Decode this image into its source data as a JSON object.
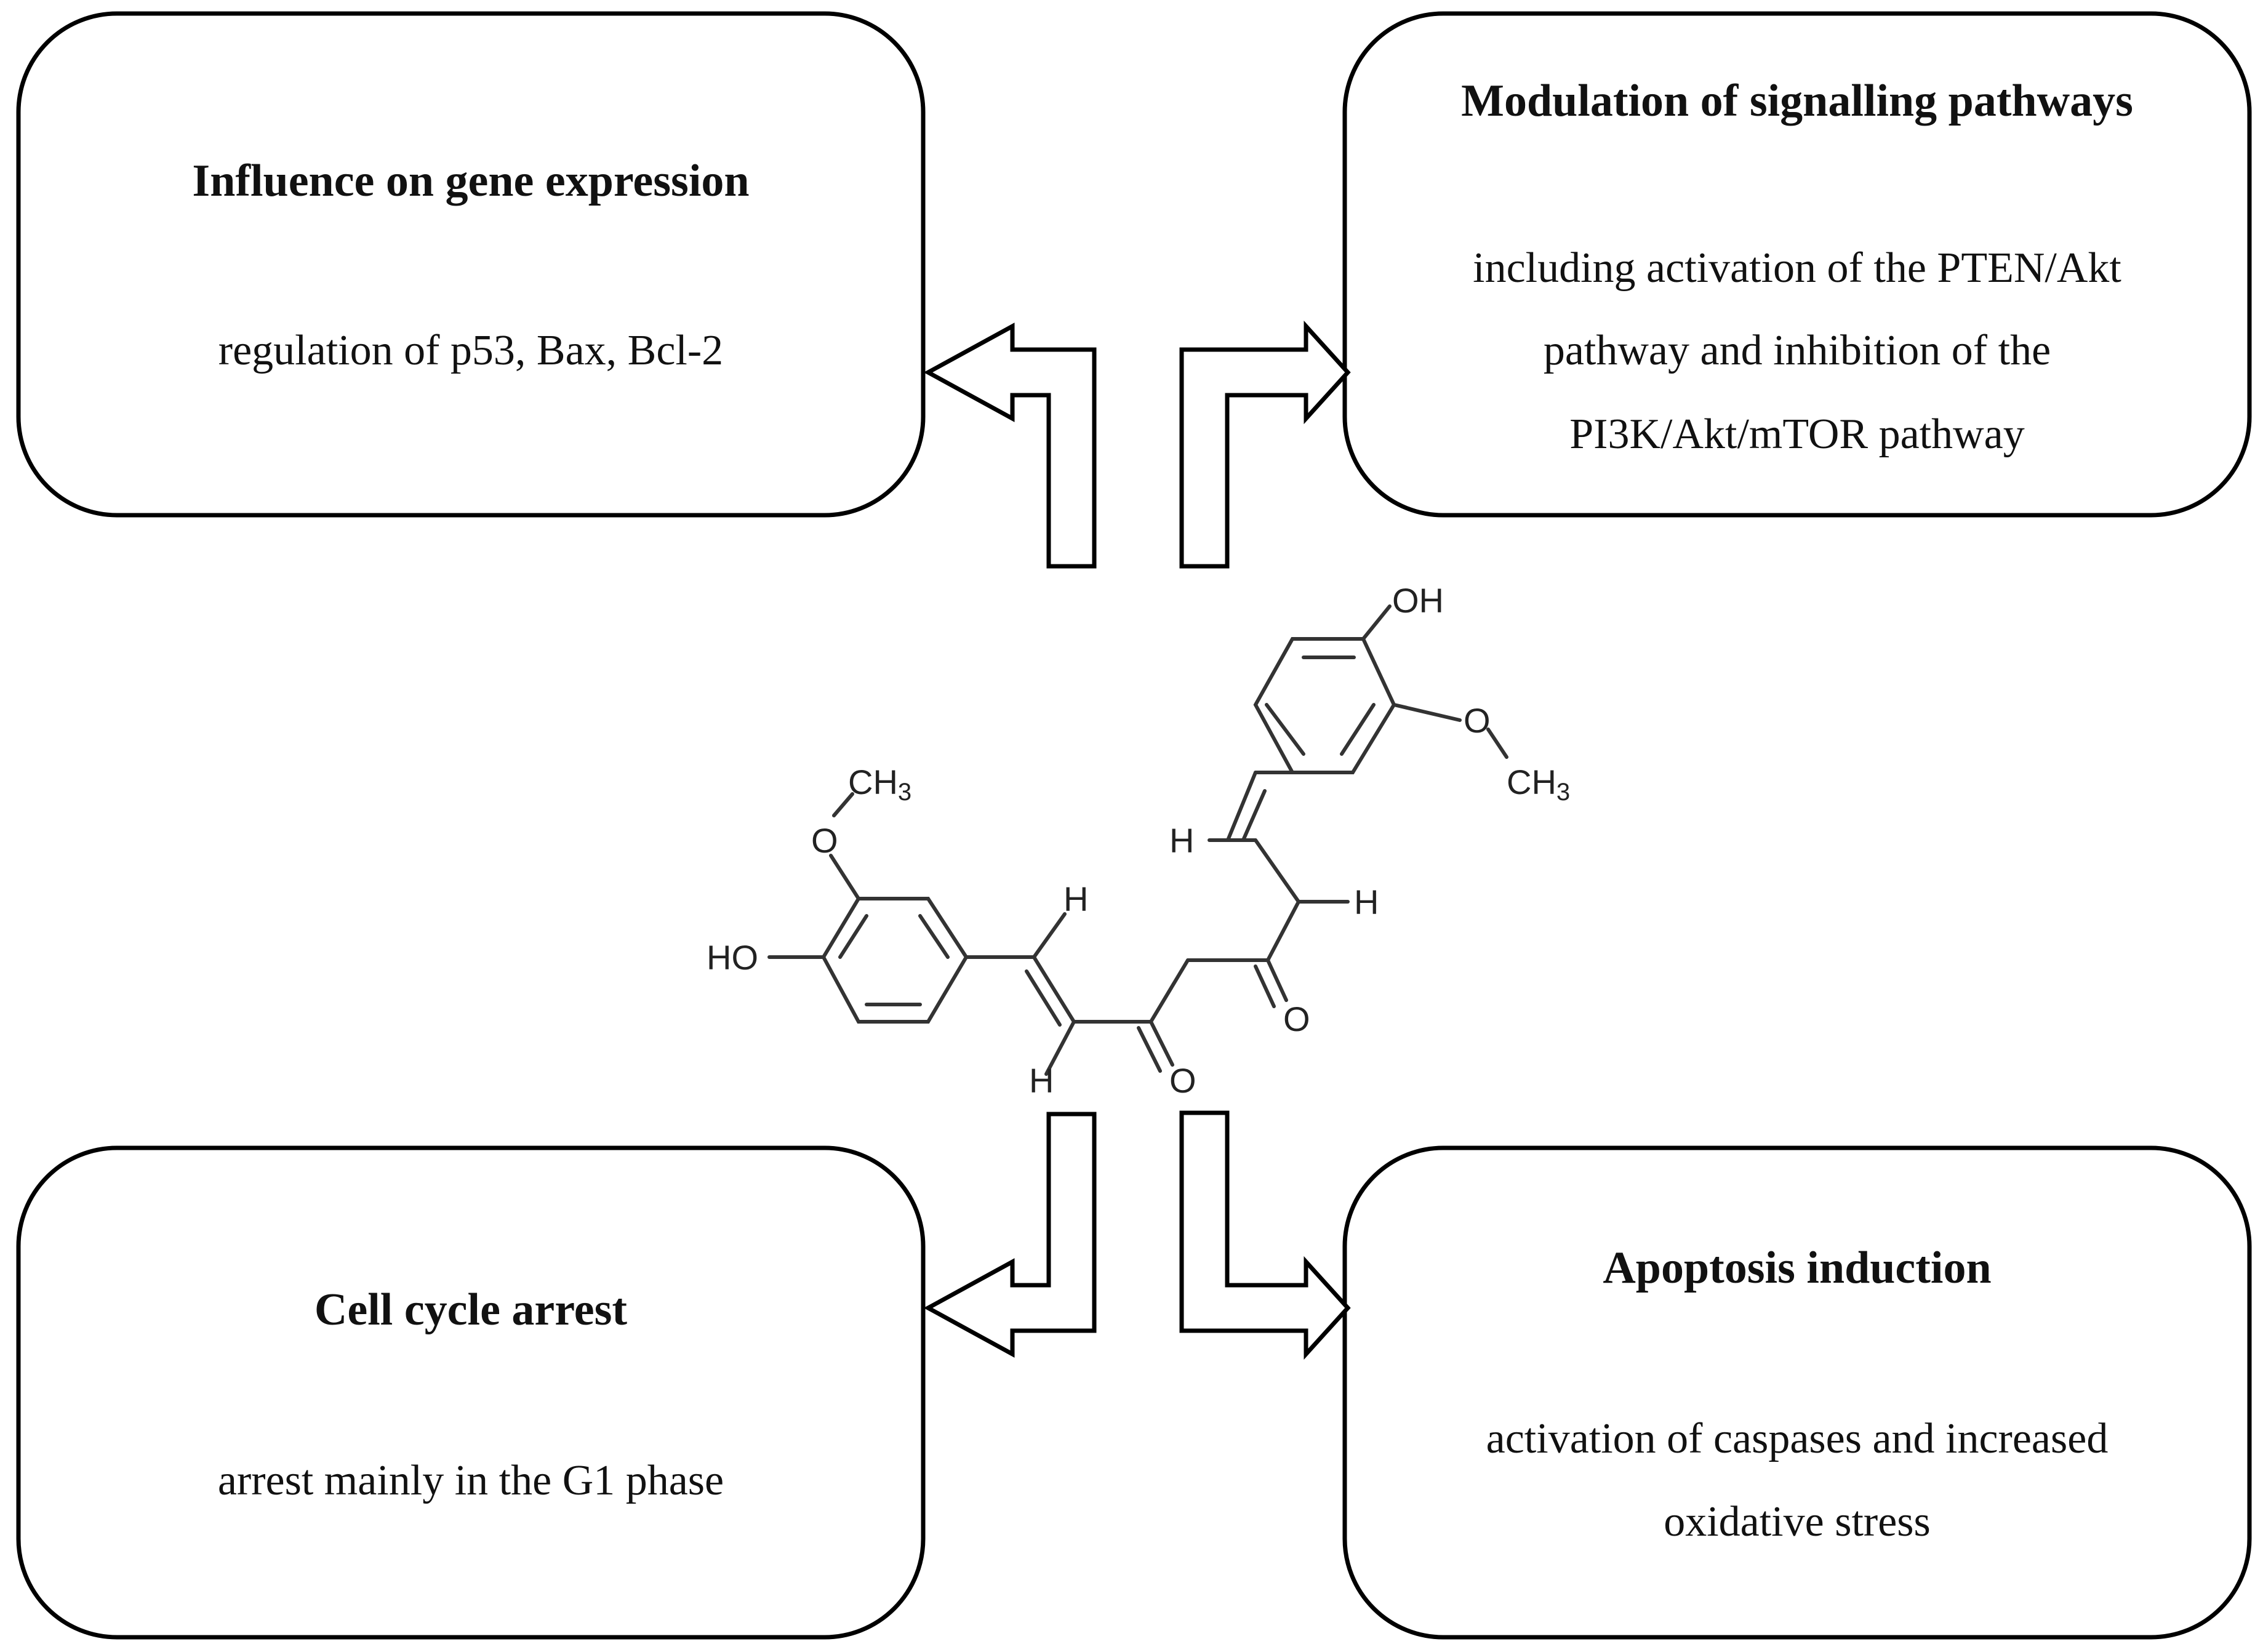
{
  "boxes": {
    "gene_expression": {
      "title": "Influence on gene expression",
      "lines": [
        "regulation of p53, Bax, Bcl-2"
      ]
    },
    "signalling": {
      "title": "Modulation of signalling pathways",
      "lines": [
        "including activation of the PTEN/Akt",
        "pathway and inhibition of the",
        "PI3K/Akt/mTOR pathway"
      ]
    },
    "cell_cycle": {
      "title": "Cell cycle arrest",
      "lines": [
        "arrest mainly in the G1 phase"
      ]
    },
    "apoptosis": {
      "title": "Apoptosis induction",
      "lines": [
        "activation of caspases and increased",
        "oxidative stress"
      ]
    }
  },
  "molecule": {
    "oh_top": "OH",
    "o_right": "O",
    "ch3_right": "CH",
    "ch3_right_sub": "3",
    "ch3_left": "CH",
    "ch3_left_sub": "3",
    "o_left": "O",
    "ho_left": "HO",
    "h1": "H",
    "h2": "H",
    "h3": "H",
    "h4": "H",
    "o_keto1": "O",
    "o_keto2": "O"
  }
}
